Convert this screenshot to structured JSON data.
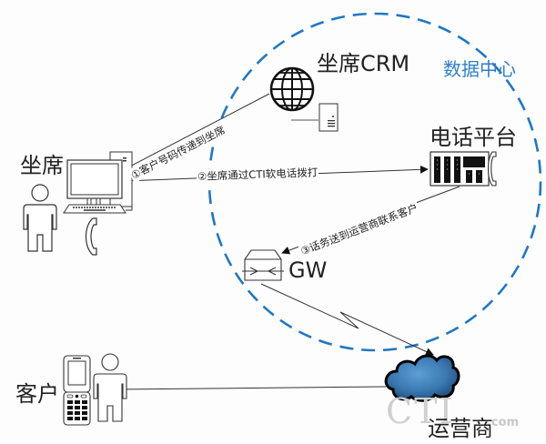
{
  "nodes": {
    "agent": {
      "label": "坐席"
    },
    "crm": {
      "label": "坐席CRM"
    },
    "datacenter": {
      "label": "数据中心"
    },
    "phone_platform": {
      "label": "电话平台"
    },
    "gateway": {
      "label": "GW"
    },
    "customer": {
      "label": "客户"
    },
    "carrier": {
      "label": "运营商"
    }
  },
  "steps": [
    {
      "label": "①客户号码传递到坐席"
    },
    {
      "label": "②坐席通过CTI软电话拨打"
    },
    {
      "label": "③话务送到运营商联系客户"
    }
  ],
  "watermark": {
    "text": "CTI",
    "suffix": ".com"
  },
  "colors": {
    "datacenter_boundary": "#1f77c4",
    "cloud": "#3a78b0",
    "line": "#333333"
  }
}
